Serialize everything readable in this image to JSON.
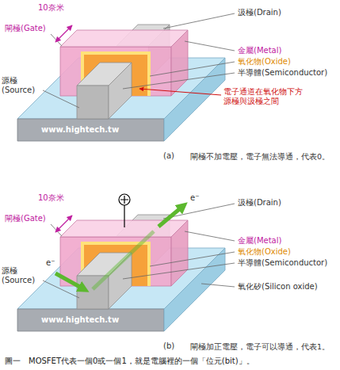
{
  "diagram": {
    "caption": "圖一　MOSFET代表一個0或一個1，就是電腦裡的一個「位元(bit)」。",
    "labels": [
      "10奈米",
      "閘極(Gate)",
      "汲極(Drain)",
      "金屬(Metal)",
      "氧化物(Oxide)",
      "半導體(Semiconductor)",
      "電子通道在氧化物下方 源極與汲極之間",
      "源極 (Source)",
      "www.hightech.tw",
      "(a)",
      "閘極不加電壓，電子無法導通，代表0。",
      "10奈米",
      "閘極(Gate)",
      "e⁻",
      "e⁻",
      "汲極(Drain)",
      "金屬(Metal)",
      "氧化物(Oxide)",
      "半導體(Semiconductor)",
      "源極 (Source)",
      "氧化矽(Silicon oxide)",
      "www.hightech.tw",
      "(b)",
      "閘極加正電壓，電子可以導通，代表1。"
    ]
  }
}
